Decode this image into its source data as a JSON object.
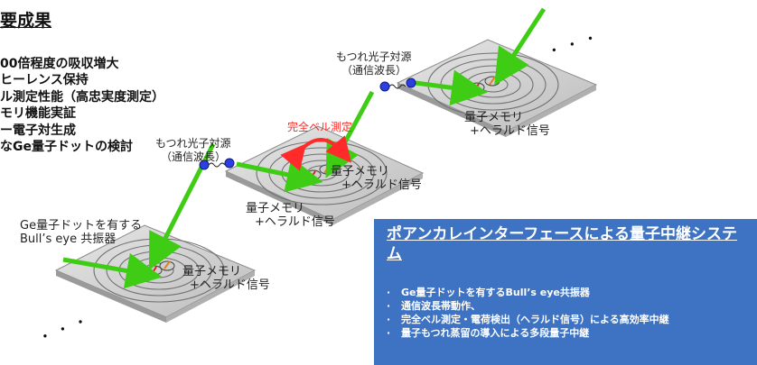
{
  "heading": "要成果",
  "results": [
    "00倍程度の吸収増大",
    "ヒーレンス保持",
    "ル測定性能（高忠実度測定）",
    "モリ機能実証",
    "ー電子対生成",
    "なGe量子ドットの検討"
  ],
  "sources": [
    {
      "label": "もつれ光子対源",
      "sub": "（通信波長）"
    },
    {
      "label": "もつれ光子対源",
      "sub": "（通信波長）"
    }
  ],
  "bell_measurement": "完全ベル測定",
  "memory_labels": [
    {
      "label": "量子メモリ",
      "sub": "+ヘラルド信号"
    },
    {
      "label": "量子メモリ",
      "sub": "+ヘラルド信号"
    },
    {
      "label": "量子メモリ",
      "sub": "+ヘラルド信号"
    },
    {
      "label": "量子メモリ",
      "sub": "+ヘラルド信号"
    }
  ],
  "resonator_label": {
    "line1": "Ge量子ドットを有する",
    "line2": "Bull’s eye 共振器"
  },
  "ellipsis": "・ ・ ・",
  "panel": {
    "title": "ポアンカレインターフェースによる量子中継システム",
    "items": [
      "Ge量子ドットを有するBull’s eye共振器",
      "通信波長帯動作、",
      "完全ベル測定・電荷検出（ヘラルド信号）による高効率中継",
      "量子もつれ蒸留の導入による多段量子中継"
    ]
  },
  "colors": {
    "arrow": "#3fcc14",
    "bell": "#ff2a2a",
    "panel": "#3e72c2",
    "node": "#2c3fe0",
    "plate": "#d7d7d7"
  }
}
